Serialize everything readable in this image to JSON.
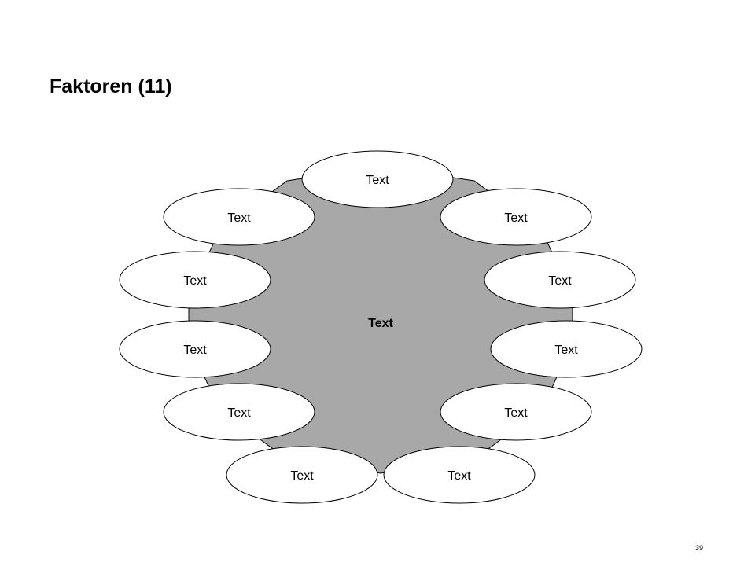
{
  "slide": {
    "title": "Faktoren (11)",
    "page_number": "39"
  },
  "diagram": {
    "center": {
      "label": "Text",
      "fill": "#a8a8a8"
    },
    "factor_fill": "#ffffff",
    "stroke": "#000000",
    "factors": [
      "Text",
      "Text",
      "Text",
      "Text",
      "Text",
      "Text",
      "Text",
      "Text",
      "Text",
      "Text",
      "Text"
    ]
  }
}
